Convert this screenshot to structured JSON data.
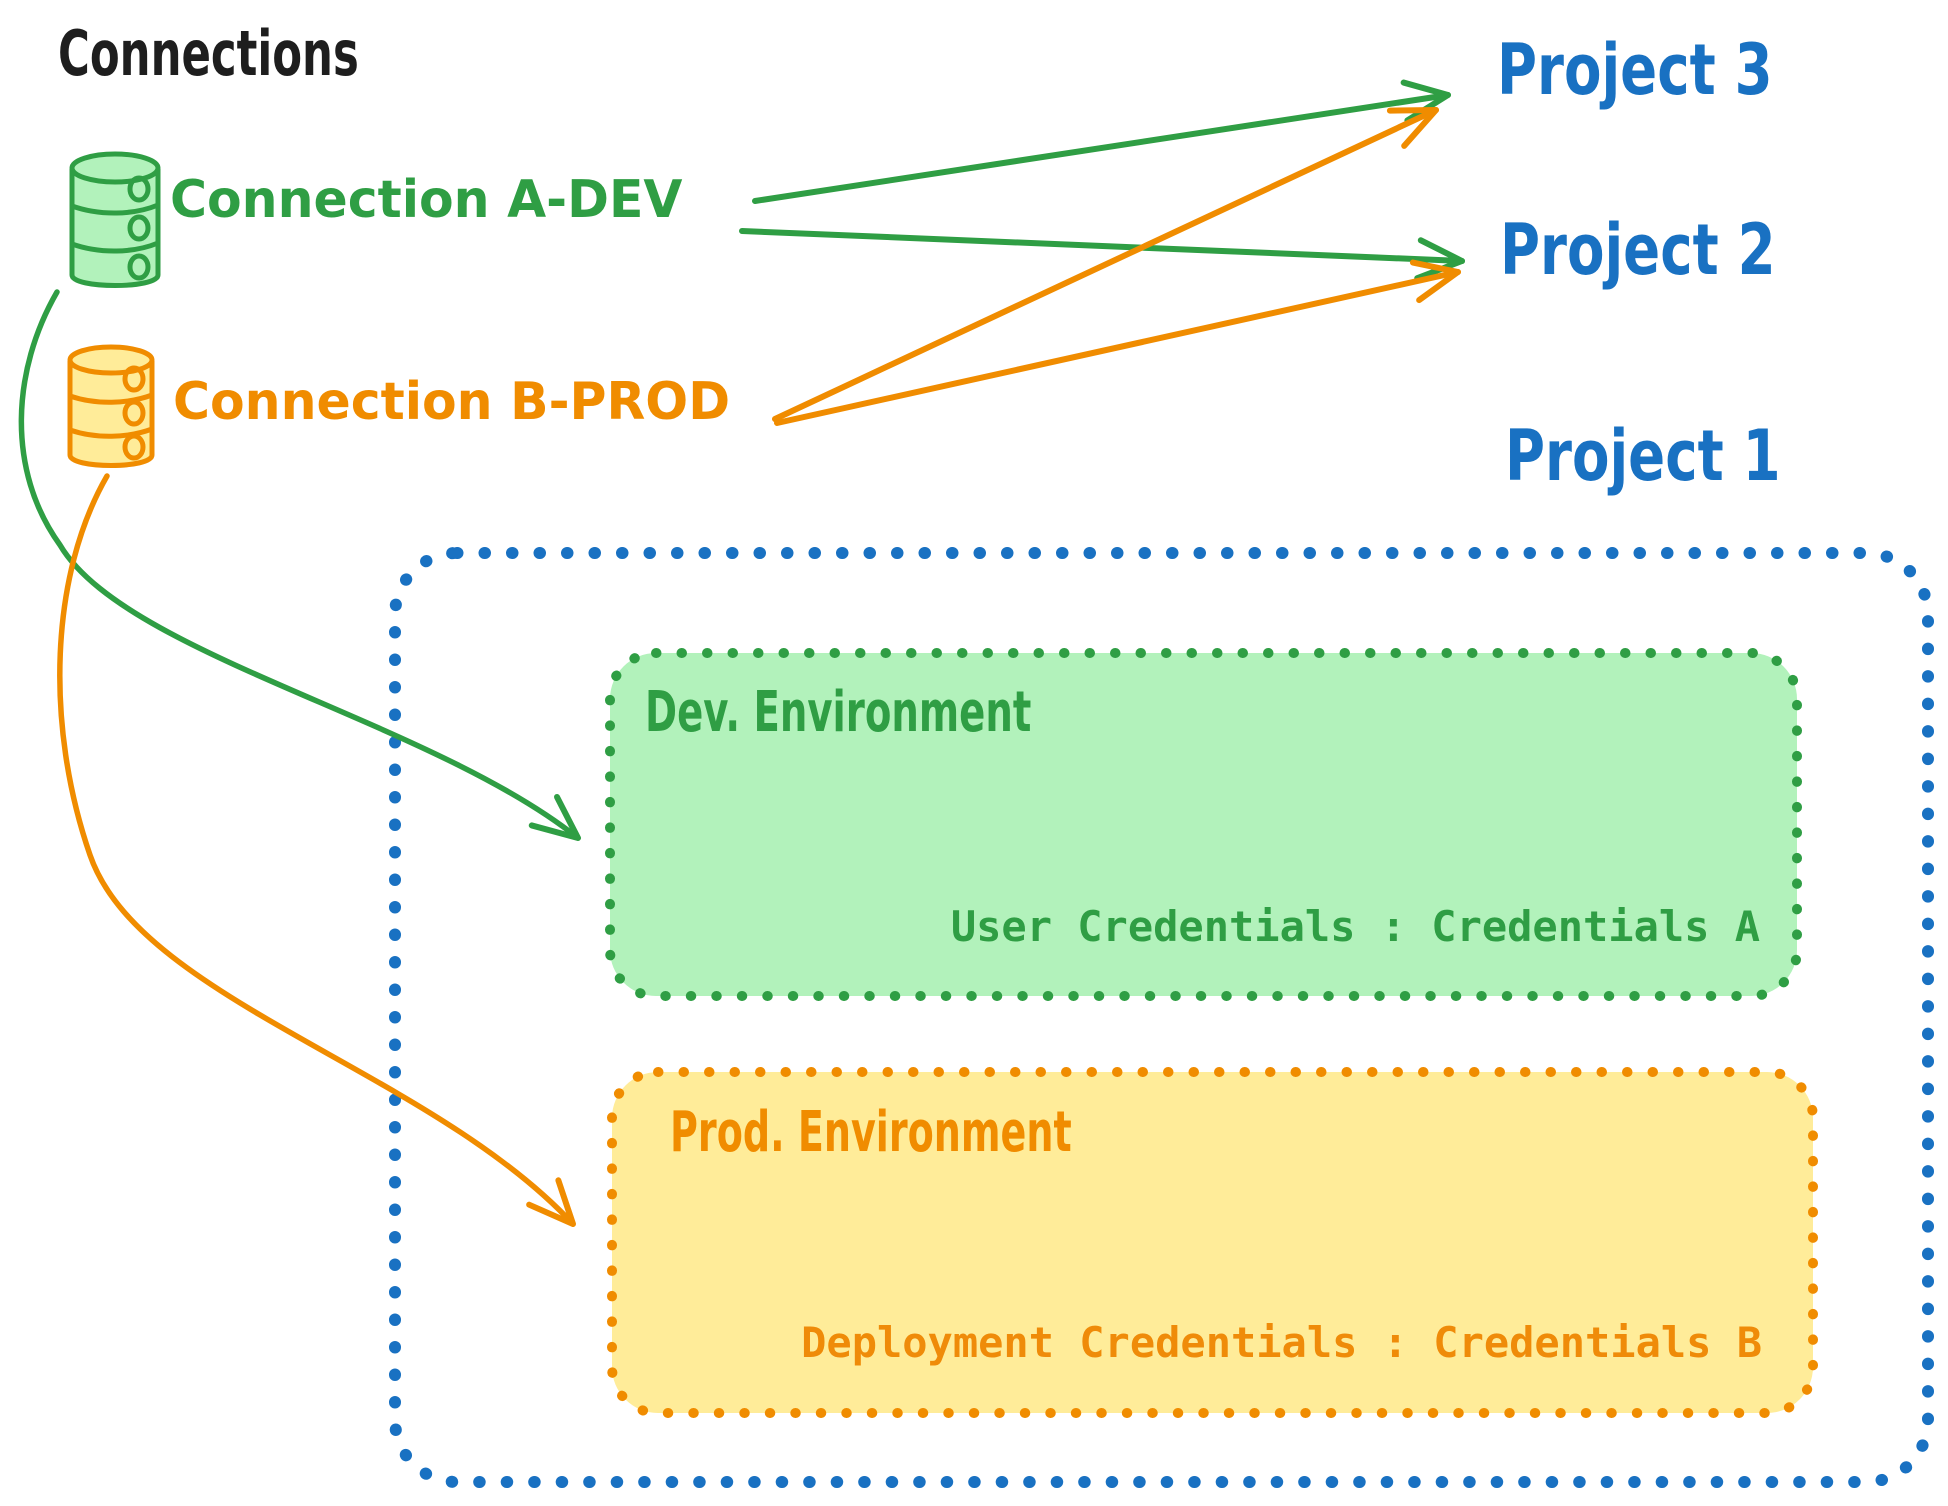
{
  "title": "Connections",
  "palette": {
    "green": "#2f9e44",
    "green_fill": "#b2f2bb",
    "orange": "#f08c00",
    "orange_fill": "#ffec99",
    "blue": "#1971c2",
    "ink": "#1e1e1e"
  },
  "connections": {
    "a_dev": {
      "label": "Connection A-DEV",
      "color": "#2f9e44",
      "icon": "database-icon"
    },
    "b_prod": {
      "label": "Connection B-PROD",
      "color": "#f08c00",
      "icon": "database-icon"
    }
  },
  "projects": {
    "project3": {
      "label": "Project 3"
    },
    "project2": {
      "label": "Project 2"
    },
    "project1": {
      "label": "Project 1"
    }
  },
  "project1": {
    "dev_environment": {
      "label": "Dev. Environment",
      "credentials": "User Credentials : Credentials A"
    },
    "prod_environment": {
      "label": "Prod. Environment",
      "credentials": "Deployment Credentials : Credentials B"
    }
  },
  "edges": [
    {
      "from": "Connection A-DEV",
      "to": "Project 3",
      "color": "#2f9e44"
    },
    {
      "from": "Connection A-DEV",
      "to": "Project 2",
      "color": "#2f9e44"
    },
    {
      "from": "Connection B-PROD",
      "to": "Project 3",
      "color": "#f08c00"
    },
    {
      "from": "Connection B-PROD",
      "to": "Project 2",
      "color": "#f08c00"
    },
    {
      "from": "Connection A-DEV",
      "to": "Dev. Environment",
      "color": "#2f9e44"
    },
    {
      "from": "Connection B-PROD",
      "to": "Prod. Environment",
      "color": "#f08c00"
    }
  ]
}
